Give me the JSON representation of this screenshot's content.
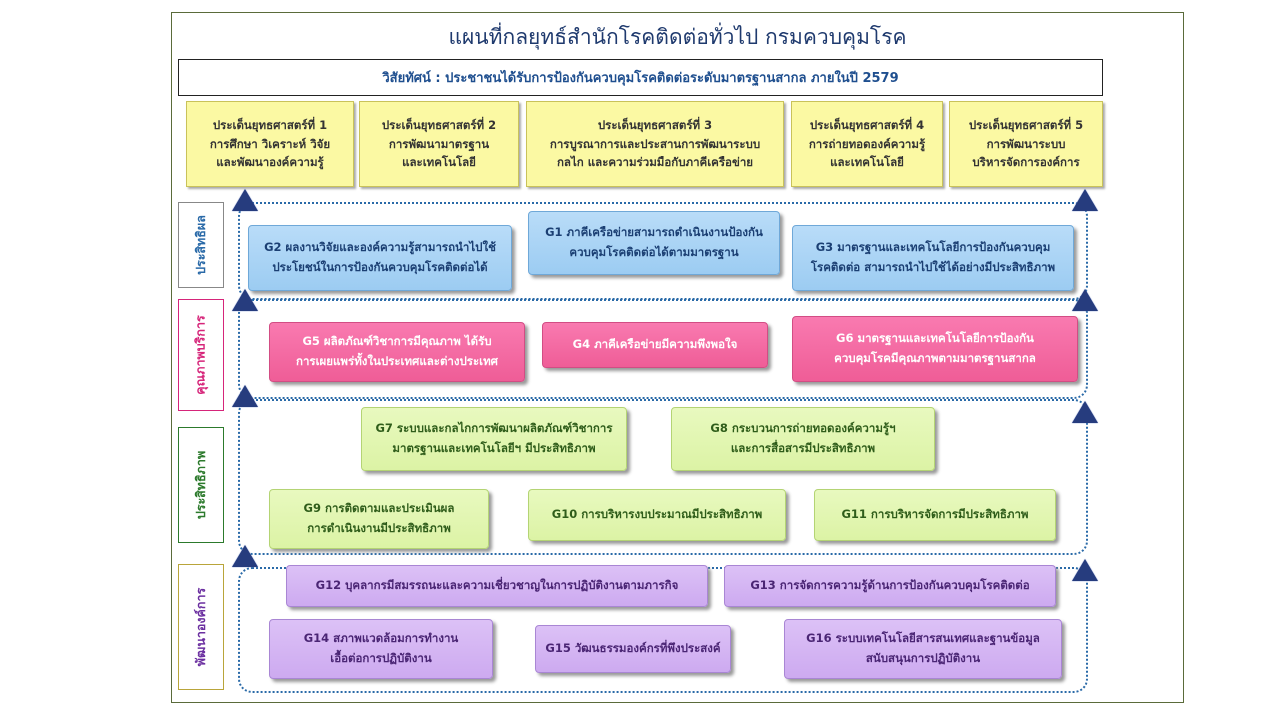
{
  "title": "แผนที่กลยุทธ์สำนักโรคติดต่อทั่วไป กรมควบคุมโรค",
  "vision": "วิสัยทัศน์ : ประชาชนได้รับการป้องกันควบคุมโรคติดต่อระดับมาตรฐานสากล ภายในปี 2579",
  "strategies": [
    {
      "head": "ประเด็นยุทธศาสตร์ที่ 1",
      "lines": [
        "การศึกษา วิเคราะห์ วิจัย",
        "และพัฒนาองค์ความรู้"
      ]
    },
    {
      "head": "ประเด็นยุทธศาสตร์ที่ 2",
      "lines": [
        "การพัฒนามาตรฐาน",
        "และเทคโนโลยี"
      ]
    },
    {
      "head": "ประเด็นยุทธศาสตร์ที่ 3",
      "lines": [
        "การบูรณาการและประสานการพัฒนาระบบ",
        "กลไก และความร่วมมือกับภาคีเครือข่าย"
      ]
    },
    {
      "head": "ประเด็นยุทธศาสตร์ที่ 4",
      "lines": [
        "การถ่ายทอดองค์ความรู้",
        "และเทคโนโลยี"
      ]
    },
    {
      "head": "ประเด็นยุทธศาสตร์ที่ 5",
      "lines": [
        "การพัฒนาระบบ",
        "บริหารจัดการองค์การ"
      ]
    }
  ],
  "perspectives": {
    "effectiveness": "ประสิทธิผล",
    "quality": "คุณภาพบริการ",
    "efficiency": "ประสิทธิภาพ",
    "development": "พัฒนาองค์การ"
  },
  "colors": {
    "effectiveness": "#2a6aa8",
    "quality": "#d6257a",
    "efficiency": "#2c7a2c",
    "development": "#6b2fa0"
  },
  "goals": {
    "g1": [
      "G1 ภาคีเครือข่ายสามารถดำเนินงานป้องกัน",
      "ควบคุมโรคติดต่อได้ตามมาตรฐาน"
    ],
    "g2": [
      "G2 ผลงานวิจัยและองค์ความรู้สามารถนำไปใช้",
      "ประโยชน์ในการป้องกันควบคุมโรคติดต่อได้"
    ],
    "g3": [
      "G3 มาตรฐานและเทคโนโลยีการป้องกันควบคุม",
      "โรคติดต่อ สามารถนำไปใช้ได้อย่างมีประสิทธิภาพ"
    ],
    "g4": [
      "G4 ภาคีเครือข่ายมีความพึงพอใจ"
    ],
    "g5": [
      "G5 ผลิตภัณฑ์วิชาการมีคุณภาพ ได้รับ",
      "การเผยแพร่ทั้งในประเทศและต่างประเทศ"
    ],
    "g6": [
      "G6 มาตรฐานและเทคโนโลยีการป้องกัน",
      "ควบคุมโรคมีคุณภาพตามมาตรฐานสากล"
    ],
    "g7": [
      "G7 ระบบและกลไกการพัฒนาผลิตภัณฑ์วิชาการ",
      "มาตรฐานและเทคโนโลยีฯ มีประสิทธิภาพ"
    ],
    "g8": [
      "G8 กระบวนการถ่ายทอดองค์ความรู้ฯ",
      "และการสื่อสารมีประสิทธิภาพ"
    ],
    "g9": [
      "G9 การติดตามและประเมินผล",
      "การดำเนินงานมีประสิทธิภาพ"
    ],
    "g10": [
      "G10 การบริหารงบประมาณมีประสิทธิภาพ"
    ],
    "g11": [
      "G11 การบริหารจัดการมีประสิทธิภาพ"
    ],
    "g12": [
      "G12 บุคลากรมีสมรรถนะและความเชี่ยวชาญในการปฏิบัติงานตามภารกิจ"
    ],
    "g13": [
      "G13 การจัดการความรู้ด้านการป้องกันควบคุมโรคติดต่อ"
    ],
    "g14": [
      "G14 สภาพแวดล้อมการทำงาน",
      "เอื้อต่อการปฏิบัติงาน"
    ],
    "g15": [
      "G15 วัฒนธรรมองค์กรที่พึงประสงค์"
    ],
    "g16": [
      "G16 ระบบเทคโนโลยีสารสนเทศและฐานข้อมูล",
      "สนับสนุนการปฏิบัติงาน"
    ]
  }
}
